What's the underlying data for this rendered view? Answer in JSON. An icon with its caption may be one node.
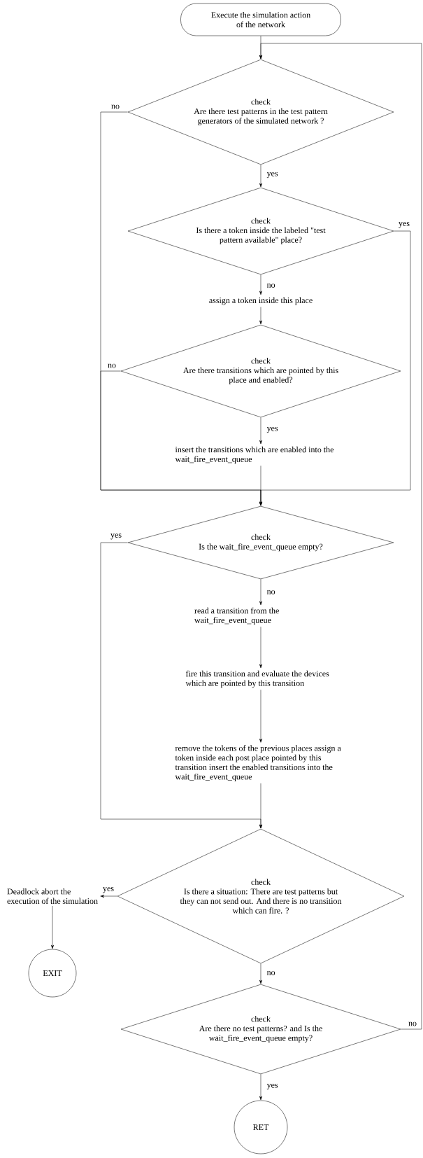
{
  "diagram": {
    "nodes": [
      {
        "text": [
          "Execute the simulation action of the network"
        ]
      },
      {
        "text": [
          "check",
          "Are there test patterns in the test pattern generators of the simulated network ?"
        ]
      },
      {
        "text": [
          "check",
          "Is there a token inside the labeled \"test pattern available\" place?"
        ]
      },
      {
        "text": [
          "assign a token inside this place"
        ]
      },
      {
        "text": [
          "check",
          "Are there transitions which are pointed by this place and enabled?"
        ]
      },
      {
        "text": [
          "insert the transitions which are enabled into the wait_fire_event_queue"
        ]
      },
      {
        "text": [
          "check",
          "Is the wait_fire_event_queue empty?"
        ]
      },
      {
        "text": [
          "read a transition from the wait_fire_event_queue"
        ]
      },
      {
        "text": [
          "fire this transition and evaluate the devices which are pointed by this transition"
        ]
      },
      {
        "text": [
          "remove the tokens of the previous places assign a token inside each post place pointed by this transition insert the enabled transitions into the wait_fire_event_queue"
        ]
      },
      {
        "text": [
          "check",
          "Is there a situation: There are test patterns but they can not send out. And there is no transition which can fire. ?"
        ]
      },
      {
        "text": [
          "Deadlock abort the execution of the simulation"
        ]
      },
      {
        "text": [
          "EXIT"
        ]
      },
      {
        "text": [
          "check",
          "Are there no test patterns? and Is the wait_fire_event_queue empty?"
        ]
      },
      {
        "text": [
          "RET"
        ]
      }
    ],
    "edges": [
      {
        "from": 0,
        "to": 1,
        "arrow": "to"
      },
      {
        "from": 1,
        "to": 2,
        "arrow": "to",
        "label": "yes"
      },
      {
        "from": 1,
        "to": 6,
        "arrow": "to",
        "label": "no"
      },
      {
        "from": 2,
        "to": 3,
        "arrow": "to",
        "label": "no"
      },
      {
        "from": 2,
        "to": 6,
        "arrow": "to",
        "label": "yes"
      },
      {
        "from": 3,
        "to": 4,
        "arrow": "to"
      },
      {
        "from": 4,
        "to": 6,
        "arrow": "to",
        "label": "no"
      },
      {
        "from": 4,
        "to": 5,
        "arrow": "to",
        "label": "yes"
      },
      {
        "from": 5,
        "to": 6,
        "arrow": "to"
      },
      {
        "from": 6,
        "to": 10,
        "arrow": "to",
        "label": "yes"
      },
      {
        "from": 6,
        "to": 7,
        "arrow": "to",
        "label": "no"
      },
      {
        "from": 7,
        "to": 8,
        "arrow": "to"
      },
      {
        "from": 8,
        "to": 9,
        "arrow": "to"
      },
      {
        "from": 9,
        "to": 10,
        "arrow": "to"
      },
      {
        "from": 10,
        "to": 11,
        "arrow": "to",
        "label": "yes"
      },
      {
        "from": 11,
        "to": 12,
        "arrow": "to"
      },
      {
        "from": 10,
        "to": 13,
        "arrow": "to",
        "label": "no"
      },
      {
        "from": 13,
        "to": 1,
        "arrow": "to",
        "label": "no"
      },
      {
        "from": 13,
        "to": 14,
        "arrow": "to",
        "label": "yes"
      }
    ]
  }
}
